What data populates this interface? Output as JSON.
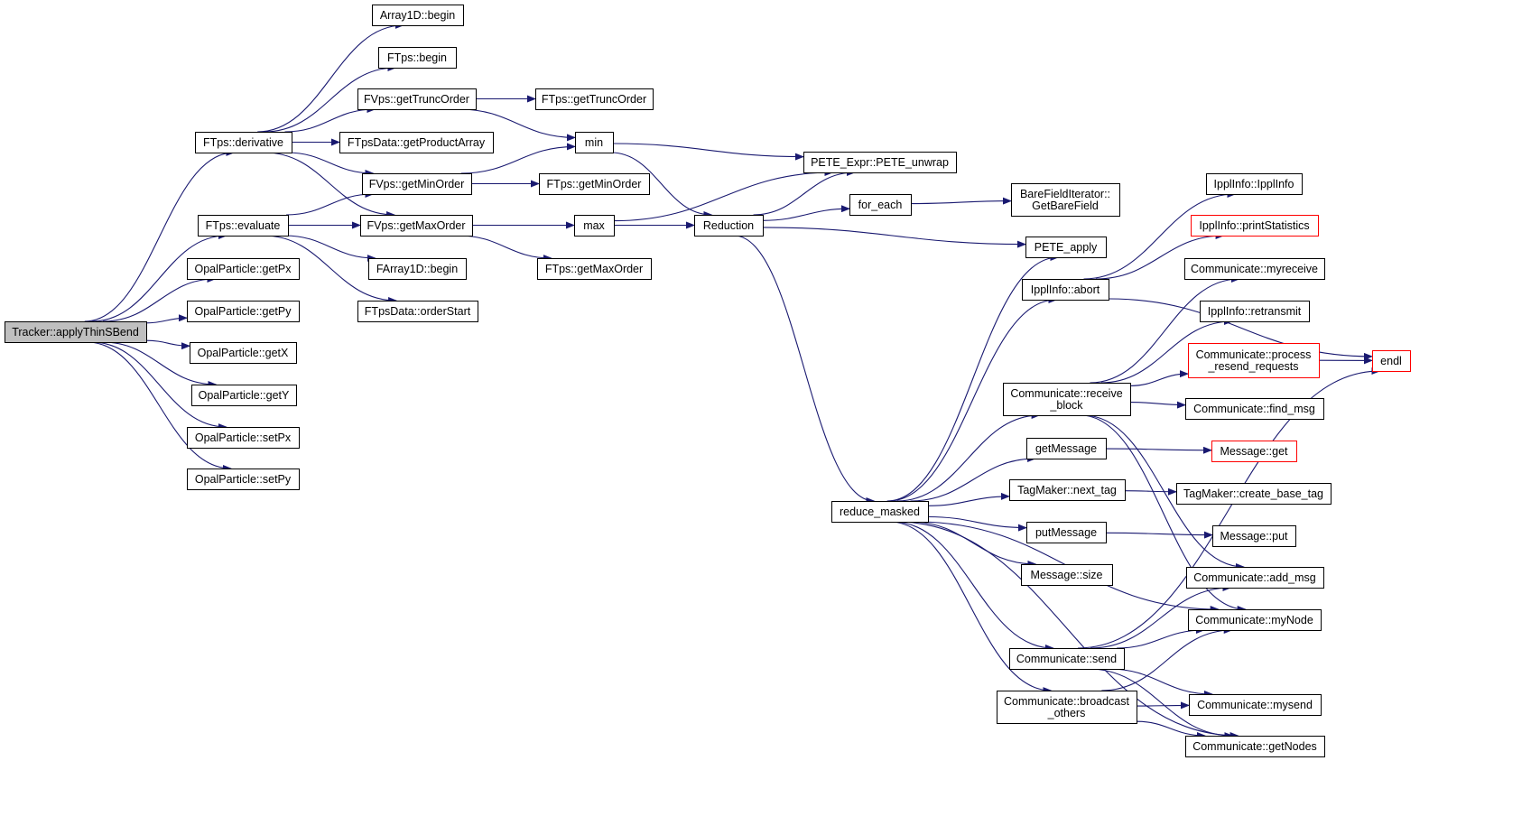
{
  "diagram": {
    "kind": "call-graph",
    "edge_color": "#191970",
    "root_fill": "#bfbfbf",
    "truncated_border": "#ff0000",
    "nodes": [
      {
        "id": "tracker_applythinsbend",
        "lines": [
          "Tracker::applyThinSBend"
        ],
        "root": true
      },
      {
        "id": "ftps_derivative",
        "lines": [
          "FTps::derivative"
        ]
      },
      {
        "id": "ftps_evaluate",
        "lines": [
          "FTps::evaluate"
        ]
      },
      {
        "id": "opalparticle_getpx",
        "lines": [
          "OpalParticle::getPx"
        ]
      },
      {
        "id": "opalparticle_getpy",
        "lines": [
          "OpalParticle::getPy"
        ]
      },
      {
        "id": "opalparticle_getx",
        "lines": [
          "OpalParticle::getX"
        ]
      },
      {
        "id": "opalparticle_gety",
        "lines": [
          "OpalParticle::getY"
        ]
      },
      {
        "id": "opalparticle_setpx",
        "lines": [
          "OpalParticle::setPx"
        ]
      },
      {
        "id": "opalparticle_setpy",
        "lines": [
          "OpalParticle::setPy"
        ]
      },
      {
        "id": "array1d_begin",
        "lines": [
          "Array1D::begin"
        ]
      },
      {
        "id": "ftps_begin",
        "lines": [
          "FTps::begin"
        ]
      },
      {
        "id": "fvps_gettruncorder",
        "lines": [
          "FVps::getTruncOrder"
        ]
      },
      {
        "id": "ftpsdata_getproductarray",
        "lines": [
          "FTpsData::getProductArray"
        ]
      },
      {
        "id": "fvps_getminorder",
        "lines": [
          "FVps::getMinOrder"
        ]
      },
      {
        "id": "fvps_getmaxorder",
        "lines": [
          "FVps::getMaxOrder"
        ]
      },
      {
        "id": "farray1d_begin",
        "lines": [
          "FArray1D::begin"
        ]
      },
      {
        "id": "ftpsdata_orderstart",
        "lines": [
          "FTpsData::orderStart"
        ]
      },
      {
        "id": "ftps_gettruncorder",
        "lines": [
          "FTps::getTruncOrder"
        ]
      },
      {
        "id": "min",
        "lines": [
          "min"
        ]
      },
      {
        "id": "ftps_getminorder",
        "lines": [
          "FTps::getMinOrder"
        ]
      },
      {
        "id": "max",
        "lines": [
          "max"
        ]
      },
      {
        "id": "ftps_getmaxorder",
        "lines": [
          "FTps::getMaxOrder"
        ]
      },
      {
        "id": "reduction",
        "lines": [
          "Reduction"
        ]
      },
      {
        "id": "pete_expr_pete_unwrap",
        "lines": [
          "PETE_Expr::PETE_unwrap"
        ]
      },
      {
        "id": "for_each",
        "lines": [
          "for_each"
        ]
      },
      {
        "id": "barefielditerator_getbarefield",
        "lines": [
          "BareFieldIterator::",
          "GetBareField"
        ]
      },
      {
        "id": "pete_apply",
        "lines": [
          "PETE_apply"
        ]
      },
      {
        "id": "reduce_masked",
        "lines": [
          "reduce_masked"
        ]
      },
      {
        "id": "ipplinfo_abort",
        "lines": [
          "IpplInfo::abort"
        ]
      },
      {
        "id": "communicate_receive_block",
        "lines": [
          "Communicate::receive",
          "_block"
        ]
      },
      {
        "id": "getmessage",
        "lines": [
          "getMessage"
        ]
      },
      {
        "id": "tagmaker_next_tag",
        "lines": [
          "TagMaker::next_tag"
        ]
      },
      {
        "id": "putmessage",
        "lines": [
          "putMessage"
        ]
      },
      {
        "id": "message_size",
        "lines": [
          "Message::size"
        ]
      },
      {
        "id": "communicate_send",
        "lines": [
          "Communicate::send"
        ]
      },
      {
        "id": "communicate_broadcast_others",
        "lines": [
          "Communicate::broadcast",
          "_others"
        ]
      },
      {
        "id": "ipplinfo_ipplinfo",
        "lines": [
          "IpplInfo::IpplInfo"
        ]
      },
      {
        "id": "ipplinfo_printstatistics",
        "lines": [
          "IpplInfo::printStatistics"
        ],
        "truncated": true
      },
      {
        "id": "communicate_myreceive",
        "lines": [
          "Communicate::myreceive"
        ]
      },
      {
        "id": "ipplinfo_retransmit",
        "lines": [
          "IpplInfo::retransmit"
        ]
      },
      {
        "id": "communicate_process_resend_requests",
        "lines": [
          "Communicate::process",
          "_resend_requests"
        ],
        "truncated": true
      },
      {
        "id": "communicate_find_msg",
        "lines": [
          "Communicate::find_msg"
        ]
      },
      {
        "id": "message_get",
        "lines": [
          "Message::get"
        ],
        "truncated": true
      },
      {
        "id": "tagmaker_create_base_tag",
        "lines": [
          "TagMaker::create_base_tag"
        ]
      },
      {
        "id": "message_put",
        "lines": [
          "Message::put"
        ]
      },
      {
        "id": "communicate_add_msg",
        "lines": [
          "Communicate::add_msg"
        ]
      },
      {
        "id": "communicate_mynode",
        "lines": [
          "Communicate::myNode"
        ]
      },
      {
        "id": "communicate_mysend",
        "lines": [
          "Communicate::mysend"
        ]
      },
      {
        "id": "communicate_getnodes",
        "lines": [
          "Communicate::getNodes"
        ]
      },
      {
        "id": "endl",
        "lines": [
          "endl"
        ],
        "truncated": true
      }
    ],
    "edges": [
      [
        "tracker_applythinsbend",
        "ftps_derivative"
      ],
      [
        "tracker_applythinsbend",
        "ftps_evaluate"
      ],
      [
        "tracker_applythinsbend",
        "opalparticle_getpx"
      ],
      [
        "tracker_applythinsbend",
        "opalparticle_getpy"
      ],
      [
        "tracker_applythinsbend",
        "opalparticle_getx"
      ],
      [
        "tracker_applythinsbend",
        "opalparticle_gety"
      ],
      [
        "tracker_applythinsbend",
        "opalparticle_setpx"
      ],
      [
        "tracker_applythinsbend",
        "opalparticle_setpy"
      ],
      [
        "ftps_derivative",
        "array1d_begin"
      ],
      [
        "ftps_derivative",
        "ftps_begin"
      ],
      [
        "ftps_derivative",
        "fvps_gettruncorder"
      ],
      [
        "ftps_derivative",
        "ftpsdata_getproductarray"
      ],
      [
        "ftps_derivative",
        "fvps_getminorder"
      ],
      [
        "ftps_derivative",
        "fvps_getmaxorder"
      ],
      [
        "ftps_evaluate",
        "fvps_getminorder"
      ],
      [
        "ftps_evaluate",
        "fvps_getmaxorder"
      ],
      [
        "ftps_evaluate",
        "farray1d_begin"
      ],
      [
        "ftps_evaluate",
        "ftpsdata_orderstart"
      ],
      [
        "fvps_gettruncorder",
        "ftps_gettruncorder"
      ],
      [
        "fvps_gettruncorder",
        "min"
      ],
      [
        "fvps_getminorder",
        "min"
      ],
      [
        "fvps_getminorder",
        "ftps_getminorder"
      ],
      [
        "fvps_getmaxorder",
        "max"
      ],
      [
        "fvps_getmaxorder",
        "ftps_getmaxorder"
      ],
      [
        "min",
        "pete_expr_pete_unwrap"
      ],
      [
        "min",
        "reduction"
      ],
      [
        "max",
        "pete_expr_pete_unwrap"
      ],
      [
        "max",
        "reduction"
      ],
      [
        "reduction",
        "pete_expr_pete_unwrap"
      ],
      [
        "reduction",
        "for_each"
      ],
      [
        "reduction",
        "pete_apply"
      ],
      [
        "reduction",
        "reduce_masked"
      ],
      [
        "for_each",
        "barefielditerator_getbarefield"
      ],
      [
        "reduce_masked",
        "pete_apply"
      ],
      [
        "reduce_masked",
        "ipplinfo_abort"
      ],
      [
        "reduce_masked",
        "communicate_receive_block"
      ],
      [
        "reduce_masked",
        "getmessage"
      ],
      [
        "reduce_masked",
        "tagmaker_next_tag"
      ],
      [
        "reduce_masked",
        "putmessage"
      ],
      [
        "reduce_masked",
        "message_size"
      ],
      [
        "reduce_masked",
        "communicate_mynode"
      ],
      [
        "reduce_masked",
        "communicate_send"
      ],
      [
        "reduce_masked",
        "communicate_broadcast_others"
      ],
      [
        "reduce_masked",
        "communicate_getnodes"
      ],
      [
        "ipplinfo_abort",
        "ipplinfo_ipplinfo"
      ],
      [
        "ipplinfo_abort",
        "ipplinfo_printstatistics"
      ],
      [
        "ipplinfo_abort",
        "endl"
      ],
      [
        "communicate_receive_block",
        "communicate_myreceive"
      ],
      [
        "communicate_receive_block",
        "ipplinfo_retransmit"
      ],
      [
        "communicate_receive_block",
        "communicate_process_resend_requests"
      ],
      [
        "communicate_receive_block",
        "communicate_find_msg"
      ],
      [
        "communicate_receive_block",
        "communicate_add_msg"
      ],
      [
        "communicate_receive_block",
        "communicate_mynode"
      ],
      [
        "communicate_process_resend_requests",
        "endl"
      ],
      [
        "getmessage",
        "message_get"
      ],
      [
        "tagmaker_next_tag",
        "tagmaker_create_base_tag"
      ],
      [
        "putmessage",
        "message_put"
      ],
      [
        "communicate_send",
        "communicate_add_msg"
      ],
      [
        "communicate_send",
        "communicate_mynode"
      ],
      [
        "communicate_send",
        "communicate_mysend"
      ],
      [
        "communicate_send",
        "communicate_getnodes"
      ],
      [
        "communicate_send",
        "endl"
      ],
      [
        "communicate_broadcast_others",
        "communicate_mynode"
      ],
      [
        "communicate_broadcast_others",
        "communicate_mysend"
      ],
      [
        "communicate_broadcast_others",
        "communicate_getnodes"
      ]
    ]
  }
}
